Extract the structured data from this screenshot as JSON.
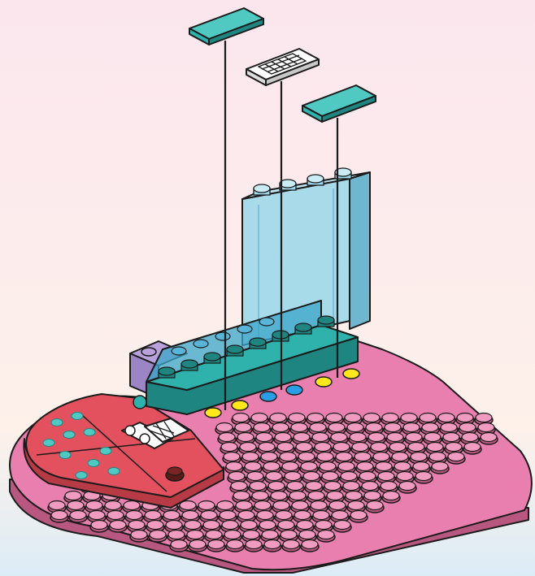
{
  "colors": {
    "bg_top": "#fbe6ee",
    "bg_mid": "#fdf1ea",
    "bg_bottom": "#dcecf6",
    "baseplate": "#e97fae",
    "baseplate_dark": "#b8577f",
    "stud_top": "#f29bc1",
    "teal": "#2fb2ac",
    "teal_dark": "#1f8580",
    "teal_light": "#4fc9c2",
    "trans_blue": "#9fd8ea",
    "trans_blue_dark": "#6fb6cf",
    "red": "#e2515d",
    "red_dark": "#b73a45",
    "lavender": "#b9a2dc",
    "highlight_yellow": "#ffe81a",
    "highlight_blue": "#2a9de6",
    "outline": "#1b1b1b",
    "white": "#ffffff"
  },
  "icons": {
    "tile_teal_1": "teal-tile-icon",
    "tile_white": "white-printed-tile-icon",
    "tile_teal_2": "teal-tile-icon",
    "panel": "transparent-panel-icon",
    "baseplate": "heart-baseplate-icon"
  },
  "assembly_markers": [
    {
      "color": "yellow"
    },
    {
      "color": "yellow"
    },
    {
      "color": "blue"
    },
    {
      "color": "blue"
    },
    {
      "color": "yellow"
    },
    {
      "color": "yellow"
    }
  ]
}
